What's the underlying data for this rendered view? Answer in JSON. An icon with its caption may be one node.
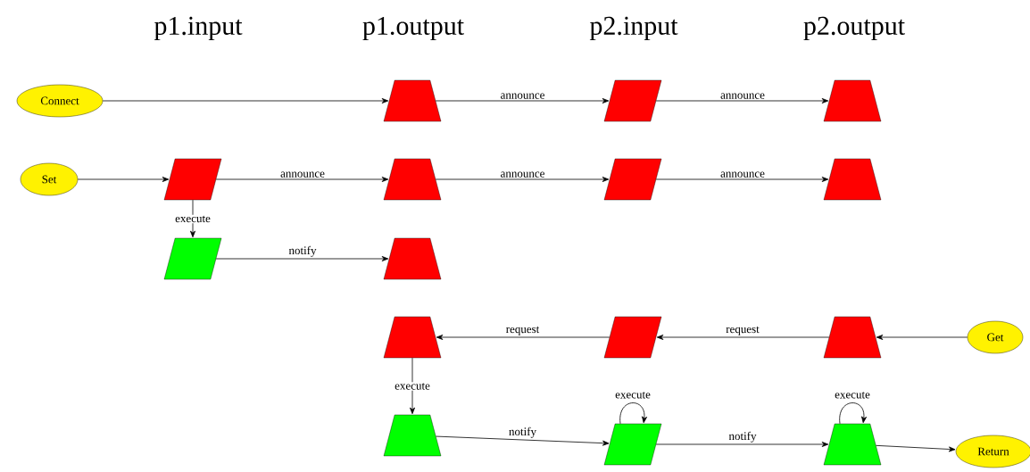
{
  "diagram": {
    "nodes": [
      {
        "text": [
          "Connect"
        ]
      },
      {
        "text": [],
        "shape": "trapezoid"
      },
      {
        "text": [],
        "shape": "parallelogram"
      },
      {
        "text": [],
        "shape": "trapezoid"
      },
      {
        "text": [
          "Set"
        ]
      },
      {
        "text": [],
        "shape": "parallelogram"
      },
      {
        "text": [],
        "shape": "trapezoid"
      },
      {
        "text": [],
        "shape": "parallelogram"
      },
      {
        "text": [],
        "shape": "trapezoid"
      },
      {
        "text": [],
        "shape": "parallelogram"
      },
      {
        "text": [],
        "shape": "trapezoid"
      },
      {
        "text": [],
        "shape": "trapezoid"
      },
      {
        "text": [],
        "shape": "parallelogram"
      },
      {
        "text": [],
        "shape": "trapezoid"
      },
      {
        "text": [
          "Get"
        ]
      },
      {
        "text": [],
        "shape": "trapezoid"
      },
      {
        "text": [],
        "shape": "parallelogram"
      },
      {
        "text": [],
        "shape": "trapezoid"
      },
      {
        "text": [
          "Return"
        ]
      }
    ],
    "edges": [
      {
        "from": 0,
        "to": 1,
        "arrow": "to"
      },
      {
        "from": 1,
        "to": 2,
        "arrow": "to",
        "label": "announce"
      },
      {
        "from": 2,
        "to": 3,
        "arrow": "to",
        "label": "announce"
      },
      {
        "from": 4,
        "to": 5,
        "arrow": "to"
      },
      {
        "from": 5,
        "to": 6,
        "arrow": "to",
        "label": "announce"
      },
      {
        "from": 6,
        "to": 7,
        "arrow": "to",
        "label": "announce"
      },
      {
        "from": 7,
        "to": 8,
        "arrow": "to",
        "label": "announce"
      },
      {
        "from": 5,
        "to": 9,
        "arrow": "to",
        "label": "execute"
      },
      {
        "from": 9,
        "to": 10,
        "arrow": "to",
        "label": "notify"
      },
      {
        "from": 14,
        "to": 13,
        "arrow": "to"
      },
      {
        "from": 13,
        "to": 12,
        "arrow": "to",
        "label": "request"
      },
      {
        "from": 12,
        "to": 11,
        "arrow": "to",
        "label": "request"
      },
      {
        "from": 11,
        "to": 15,
        "arrow": "to",
        "label": "execute"
      },
      {
        "from": 15,
        "to": 16,
        "arrow": "to",
        "label": "notify"
      },
      {
        "from": 16,
        "to": 16,
        "arrow": "to",
        "label": "execute"
      },
      {
        "from": 16,
        "to": 17,
        "arrow": "to",
        "label": "notify"
      },
      {
        "from": 17,
        "to": 17,
        "arrow": "to",
        "label": "execute"
      },
      {
        "from": 17,
        "to": 18,
        "arrow": "to"
      }
    ],
    "labels": [
      "p1.input",
      "p1.output",
      "p2.input",
      "p2.output"
    ]
  }
}
